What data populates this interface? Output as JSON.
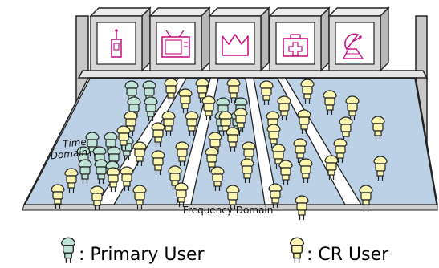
{
  "axes": {
    "frequency_label": "Frequency Domain",
    "time_label_line1": "Time",
    "time_label_line2": "Domain"
  },
  "legend": {
    "primary_label": ": Primary User",
    "cr_label": ": CR User"
  },
  "services": [
    {
      "icon": "radio-tower-icon"
    },
    {
      "icon": "television-icon"
    },
    {
      "icon": "crown-icon"
    },
    {
      "icon": "medical-kit-icon"
    },
    {
      "icon": "satellite-dish-icon"
    }
  ],
  "colors": {
    "primary_user": "#bfe3d6",
    "cr_user": "#fbf6b0",
    "channel_fill": "#bcd1e6",
    "icon_stroke": "#c71585",
    "box_fill": "#d8d8d8",
    "pillar_fill": "#c8c8c8"
  },
  "users": {
    "primary_count": 17,
    "cr_count": 50
  }
}
